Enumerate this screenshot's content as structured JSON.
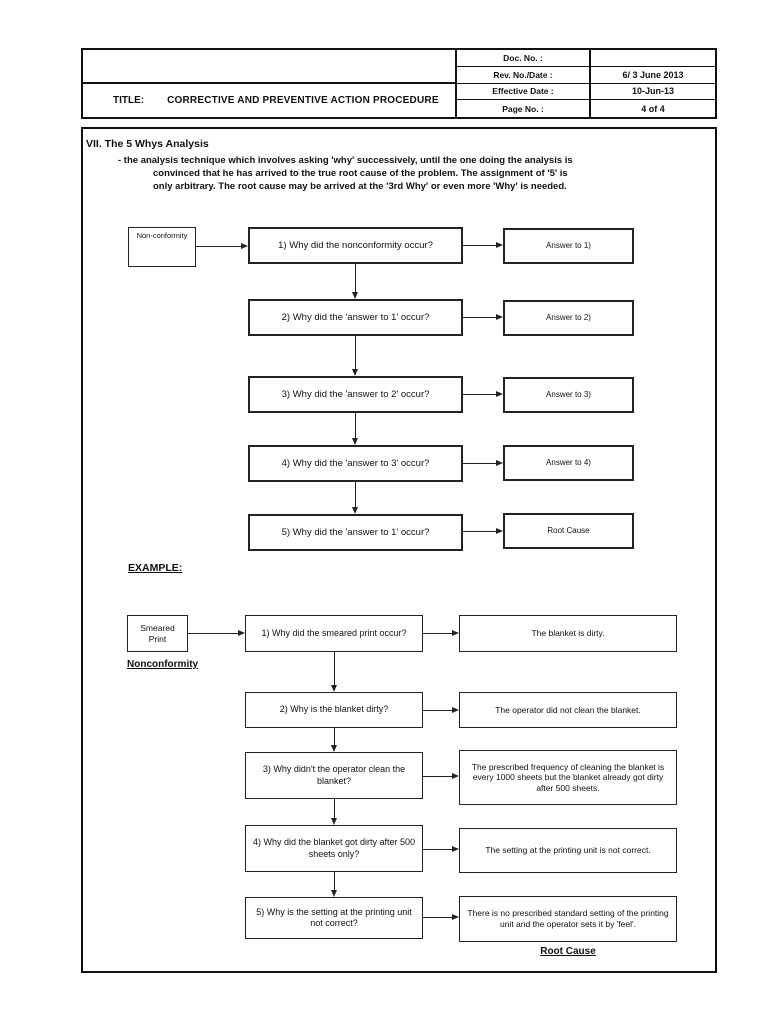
{
  "header": {
    "title_label": "TITLE:",
    "title": "CORRECTIVE AND PREVENTIVE ACTION PROCEDURE",
    "fields": [
      {
        "label": "Doc. No. :",
        "value": ""
      },
      {
        "label": "Rev. No./Date :",
        "value": "6/ 3 June 2013"
      },
      {
        "label": "Effective Date :",
        "value": "10-Jun-13"
      },
      {
        "label": "Page No. :",
        "value": "4  of  4"
      }
    ]
  },
  "section": {
    "heading": "VII.  The  5 Whys Analysis",
    "desc_line1": "- the analysis technique which involves asking 'why' successively, until the one doing the analysis is",
    "desc_line2": "convinced that he has arrived to the true root cause of the problem. The assignment of '5' is",
    "desc_line3": "only arbitrary. The root cause may be arrived at the '3rd Why' or even more 'Why' is needed."
  },
  "generic_flow": {
    "source_label": "Non-conformity",
    "rows": [
      {
        "question": "1)  Why did the nonconformity occur?",
        "answer": "Answer to 1)"
      },
      {
        "question": "2)  Why did the 'answer to 1' occur?",
        "answer": "Answer to 2)"
      },
      {
        "question": "3)  Why did the 'answer to 2' occur?",
        "answer": "Answer to 3)"
      },
      {
        "question": "4)  Why did the 'answer to 3' occur?",
        "answer": "Answer to 4)"
      },
      {
        "question": "5)  Why did the 'answer to 1' occur?",
        "answer": "Root  Cause"
      }
    ]
  },
  "example": {
    "heading": "EXAMPLE:",
    "source_label": "Smeared Print",
    "source_caption": "Nonconformity",
    "rows": [
      {
        "question": "1)  Why did the smeared print occur?",
        "answer": "The blanket is dirty."
      },
      {
        "question": "2)  Why is the blanket dirty?",
        "answer": "The operator did not clean the blanket."
      },
      {
        "question": "3)  Why didn't the operator clean the blanket?",
        "answer": "The prescribed frequency of cleaning the blanket is every 1000 sheets but the blanket already got dirty after 500 sheets."
      },
      {
        "question": "4)  Why did the blanket got dirty after 500 sheets only?",
        "answer": "The setting at the printing unit is not correct."
      },
      {
        "question": "5) Why is the setting at the printing unit not correct?",
        "answer": "There is no prescribed standard setting of the printing unit and the operator sets it by 'feel'."
      }
    ],
    "root_cause_label": "Root  Cause"
  }
}
